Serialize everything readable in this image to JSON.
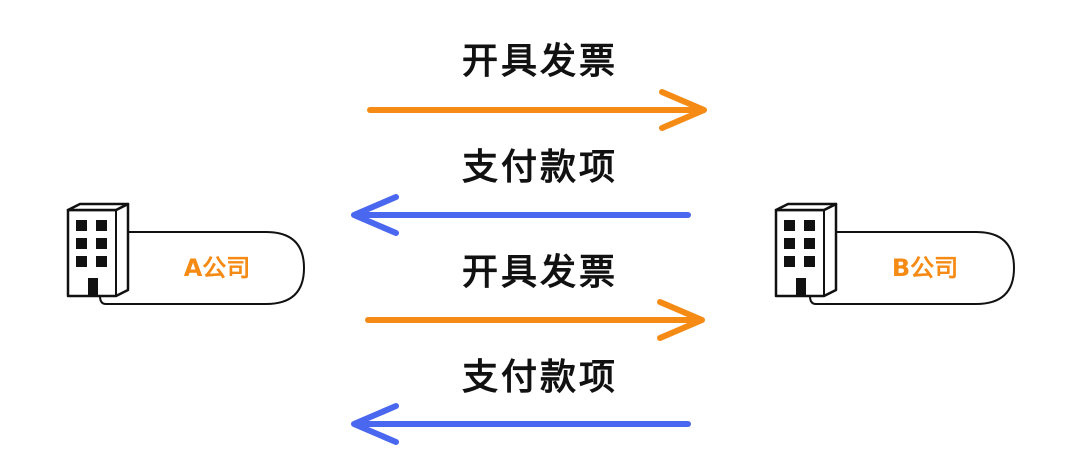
{
  "colors": {
    "invoice_arrow": "#f58b14",
    "payment_arrow": "#4a67f0",
    "company_text": "#f58b14",
    "building": "#111111"
  },
  "companies": {
    "a": {
      "label": "A公司",
      "icon": "office-building-icon"
    },
    "b": {
      "label": "B公司",
      "icon": "office-building-icon"
    }
  },
  "flows": [
    {
      "label": "开具发票",
      "direction": "A→B",
      "kind": "invoice"
    },
    {
      "label": "支付款项",
      "direction": "B→A",
      "kind": "payment"
    },
    {
      "label": "开具发票",
      "direction": "A→B",
      "kind": "invoice"
    },
    {
      "label": "支付款项",
      "direction": "B→A",
      "kind": "payment"
    }
  ]
}
